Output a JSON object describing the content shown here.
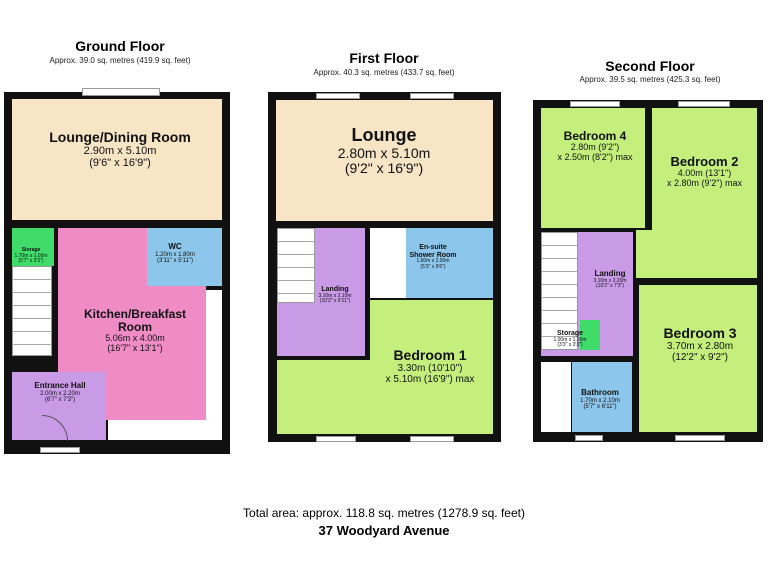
{
  "ground_floor": {
    "title": "Ground Floor",
    "area": "Approx. 39.0 sq. metres (419.9 sq. feet)",
    "rooms": [
      {
        "name": "Lounge/Dining Room",
        "metric": "2.90m x 5.10m",
        "imperial": "(9'6\" x 16'9\")"
      },
      {
        "name": "Storage",
        "metric": "1.70m x 1.00m",
        "imperial": "(5'7\" x 3'3\")"
      },
      {
        "name": "WC",
        "metric": "1.20m x 1.80m",
        "imperial": "(3'11\" x 5'11\")"
      },
      {
        "name": "Kitchen/Breakfast Room",
        "metric": "5.06m x 4.00m",
        "imperial": "(16'7\" x 13'1\")"
      },
      {
        "name": "Entrance Hall",
        "metric": "2.00m x 2.20m",
        "imperial": "(6'7\" x 7'3\")"
      }
    ]
  },
  "first_floor": {
    "title": "First Floor",
    "area": "Approx. 40.3 sq. metres (433.7 sq. feet)",
    "rooms": [
      {
        "name": "Lounge",
        "metric": "2.80m x 5.10m",
        "imperial": "(9'2\" x 16'9\")"
      },
      {
        "name": "Landing",
        "metric": "3.10m x 2.10m",
        "imperial": "(10'2\" x 6'11\")"
      },
      {
        "name": "En-suite Shower Room",
        "metric": "1.60m x 2.90m",
        "imperial": "(5'3\" x 9'6\")"
      },
      {
        "name": "Bedroom 1",
        "metric": "3.30m (10'10\")",
        "imperial": "x 5.10m (16'9\") max"
      }
    ]
  },
  "second_floor": {
    "title": "Second Floor",
    "area": "Approx. 39.5 sq. metres (425.3 sq. feet)",
    "rooms": [
      {
        "name": "Bedroom 4",
        "metric": "2.80m (9'2\")",
        "imperial": "x 2.50m (8'2\") max"
      },
      {
        "name": "Bedroom 2",
        "metric": "4.00m (13'1\")",
        "imperial": "x 2.80m (9'2\") max"
      },
      {
        "name": "Landing",
        "metric": "3.10m x 2.20m",
        "imperial": "(10'2\" x 7'3\")"
      },
      {
        "name": "Storage",
        "metric": "1.00m x 1.00m",
        "imperial": "(3'3\" x 3'3\")"
      },
      {
        "name": "Bedroom 3",
        "metric": "3.70m x 2.80m",
        "imperial": "(12'2\" x 9'2\")"
      },
      {
        "name": "Bathroom",
        "metric": "1.70m x 2.10m",
        "imperial": "(5'7\" x 6'11\")"
      }
    ]
  },
  "footer": {
    "total_area": "Total area: approx. 118.8 sq. metres (1278.9 sq. feet)",
    "address": "37 Woodyard Avenue"
  },
  "colors": {
    "lounge": "#f7e5c6",
    "kitchen": "#ef8cc6",
    "bathroom": "#8cc6ea",
    "bedroom": "#c4ef7c",
    "landing": "#c99ae6",
    "storage": "#3fdc6a"
  }
}
